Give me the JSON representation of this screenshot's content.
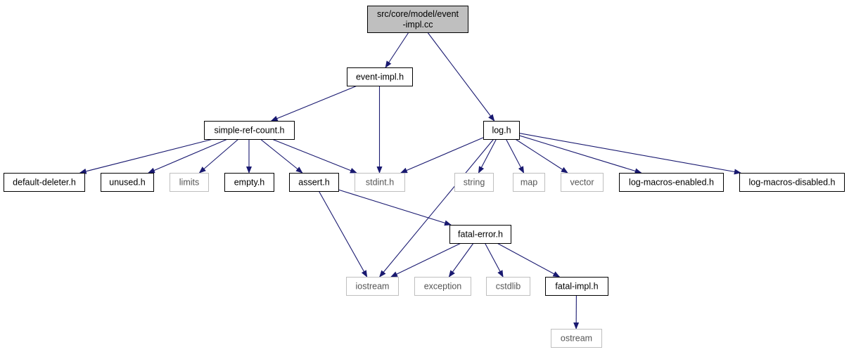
{
  "diagram": {
    "nodes": [
      {
        "id": "root",
        "lines": [
          "src/core/model/event",
          "-impl.cc"
        ],
        "kind": "root"
      },
      {
        "id": "event_impl_h",
        "lines": [
          "event-impl.h"
        ],
        "kind": "internal"
      },
      {
        "id": "log_h",
        "lines": [
          "log.h"
        ],
        "kind": "internal"
      },
      {
        "id": "simple_ref_count_h",
        "lines": [
          "simple-ref-count.h"
        ],
        "kind": "internal"
      },
      {
        "id": "default_deleter_h",
        "lines": [
          "default-deleter.h"
        ],
        "kind": "internal"
      },
      {
        "id": "unused_h",
        "lines": [
          "unused.h"
        ],
        "kind": "internal"
      },
      {
        "id": "limits",
        "lines": [
          "limits"
        ],
        "kind": "external"
      },
      {
        "id": "empty_h",
        "lines": [
          "empty.h"
        ],
        "kind": "internal"
      },
      {
        "id": "assert_h",
        "lines": [
          "assert.h"
        ],
        "kind": "internal"
      },
      {
        "id": "stdint_h",
        "lines": [
          "stdint.h"
        ],
        "kind": "external"
      },
      {
        "id": "string",
        "lines": [
          "string"
        ],
        "kind": "external"
      },
      {
        "id": "map",
        "lines": [
          "map"
        ],
        "kind": "external"
      },
      {
        "id": "vector",
        "lines": [
          "vector"
        ],
        "kind": "external"
      },
      {
        "id": "log_macros_enabled_h",
        "lines": [
          "log-macros-enabled.h"
        ],
        "kind": "internal"
      },
      {
        "id": "log_macros_disabled_h",
        "lines": [
          "log-macros-disabled.h"
        ],
        "kind": "internal"
      },
      {
        "id": "fatal_error_h",
        "lines": [
          "fatal-error.h"
        ],
        "kind": "internal"
      },
      {
        "id": "iostream",
        "lines": [
          "iostream"
        ],
        "kind": "external"
      },
      {
        "id": "exception",
        "lines": [
          "exception"
        ],
        "kind": "external"
      },
      {
        "id": "cstdlib",
        "lines": [
          "cstdlib"
        ],
        "kind": "external"
      },
      {
        "id": "fatal_impl_h",
        "lines": [
          "fatal-impl.h"
        ],
        "kind": "internal"
      },
      {
        "id": "ostream",
        "lines": [
          "ostream"
        ],
        "kind": "external"
      }
    ],
    "edges": [
      [
        "root",
        "event_impl_h"
      ],
      [
        "root",
        "log_h"
      ],
      [
        "event_impl_h",
        "simple_ref_count_h"
      ],
      [
        "event_impl_h",
        "stdint_h"
      ],
      [
        "simple_ref_count_h",
        "default_deleter_h"
      ],
      [
        "simple_ref_count_h",
        "unused_h"
      ],
      [
        "simple_ref_count_h",
        "limits"
      ],
      [
        "simple_ref_count_h",
        "empty_h"
      ],
      [
        "simple_ref_count_h",
        "assert_h"
      ],
      [
        "simple_ref_count_h",
        "stdint_h"
      ],
      [
        "log_h",
        "stdint_h"
      ],
      [
        "log_h",
        "iostream"
      ],
      [
        "log_h",
        "string"
      ],
      [
        "log_h",
        "map"
      ],
      [
        "log_h",
        "vector"
      ],
      [
        "log_h",
        "log_macros_enabled_h"
      ],
      [
        "log_h",
        "log_macros_disabled_h"
      ],
      [
        "assert_h",
        "iostream"
      ],
      [
        "assert_h",
        "fatal_error_h"
      ],
      [
        "fatal_error_h",
        "iostream"
      ],
      [
        "fatal_error_h",
        "exception"
      ],
      [
        "fatal_error_h",
        "cstdlib"
      ],
      [
        "fatal_error_h",
        "fatal_impl_h"
      ],
      [
        "fatal_impl_h",
        "ostream"
      ]
    ],
    "colors": {
      "edge": "#191970",
      "internal_border": "#000000",
      "external_border": "#bfbfbf",
      "root_fill": "#bfbfbf",
      "node_fill": "#ffffff"
    }
  }
}
